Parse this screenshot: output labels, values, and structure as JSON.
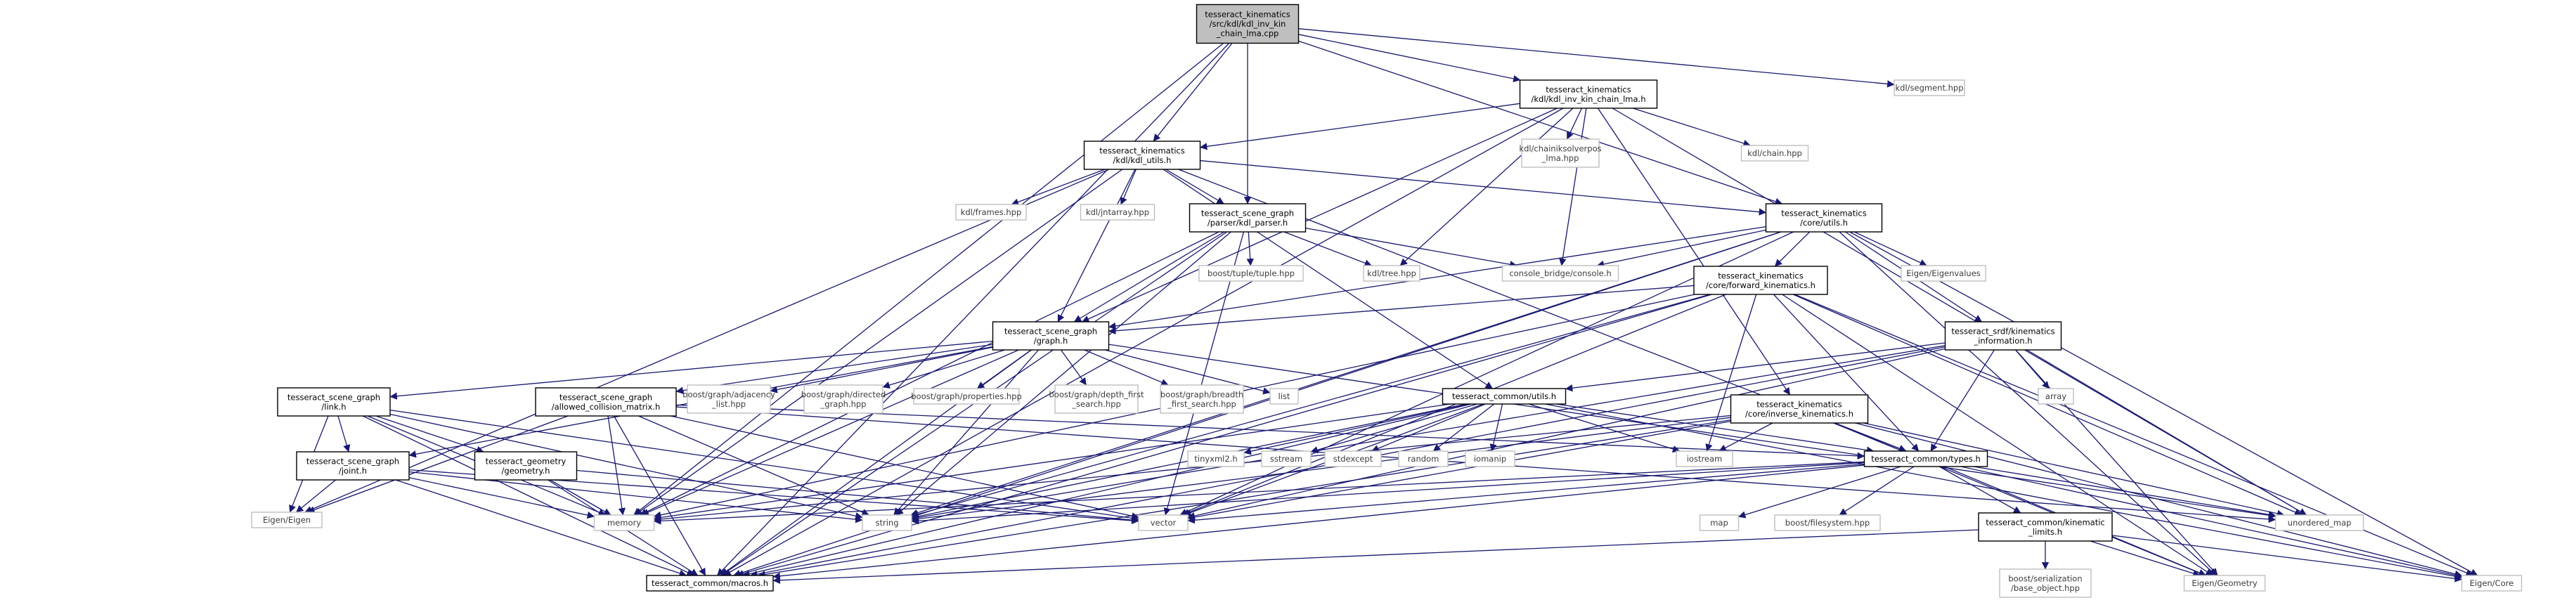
{
  "diagram": {
    "type": "include-dependency-graph",
    "colors": {
      "edge": "#191970",
      "root_fill": "#bfbfbf",
      "node_border": "#000000",
      "external_border": "#bfbfbf",
      "text": "#000000"
    },
    "nodes": [
      {
        "id": "root",
        "lines": [
          "tesseract_kinematics",
          "/src/kdl/kdl_inv_kin",
          "_chain_lma.cpp"
        ],
        "kind": "root"
      },
      {
        "id": "lma_h",
        "lines": [
          "tesseract_kinematics",
          "/kdl/kdl_inv_kin_chain_lma.h"
        ],
        "kind": "internal"
      },
      {
        "id": "segment",
        "lines": [
          "kdl/segment.hpp"
        ],
        "kind": "external"
      },
      {
        "id": "kdl_utils",
        "lines": [
          "tesseract_kinematics",
          "/kdl/kdl_utils.h"
        ],
        "kind": "internal"
      },
      {
        "id": "chainiksolver",
        "lines": [
          "kdl/chainiksolverpos",
          "_lma.hpp"
        ],
        "kind": "external"
      },
      {
        "id": "chain",
        "lines": [
          "kdl/chain.hpp"
        ],
        "kind": "external"
      },
      {
        "id": "frames",
        "lines": [
          "kdl/frames.hpp"
        ],
        "kind": "external"
      },
      {
        "id": "jntarray",
        "lines": [
          "kdl/jntarray.hpp"
        ],
        "kind": "external"
      },
      {
        "id": "kdl_parser",
        "lines": [
          "tesseract_scene_graph",
          "/parser/kdl_parser.h"
        ],
        "kind": "internal"
      },
      {
        "id": "core_utils",
        "lines": [
          "tesseract_kinematics",
          "/core/utils.h"
        ],
        "kind": "internal"
      },
      {
        "id": "tuple",
        "lines": [
          "boost/tuple/tuple.hpp"
        ],
        "kind": "external"
      },
      {
        "id": "tree",
        "lines": [
          "kdl/tree.hpp"
        ],
        "kind": "external"
      },
      {
        "id": "console",
        "lines": [
          "console_bridge/console.h"
        ],
        "kind": "external"
      },
      {
        "id": "eigenvalues",
        "lines": [
          "Eigen/Eigenvalues"
        ],
        "kind": "external"
      },
      {
        "id": "fwd_kin",
        "lines": [
          "tesseract_kinematics",
          "/core/forward_kinematics.h"
        ],
        "kind": "internal"
      },
      {
        "id": "graph_h",
        "lines": [
          "tesseract_scene_graph",
          "/graph.h"
        ],
        "kind": "internal"
      },
      {
        "id": "srdf_kin",
        "lines": [
          "tesseract_srdf/kinematics",
          "_information.h"
        ],
        "kind": "internal"
      },
      {
        "id": "link_h",
        "lines": [
          "tesseract_scene_graph",
          "/link.h"
        ],
        "kind": "internal"
      },
      {
        "id": "acm",
        "lines": [
          "tesseract_scene_graph",
          "/allowed_collision_matrix.h"
        ],
        "kind": "internal"
      },
      {
        "id": "adjacency",
        "lines": [
          "boost/graph/adjacency",
          "_list.hpp"
        ],
        "kind": "external"
      },
      {
        "id": "directed",
        "lines": [
          "boost/graph/directed",
          "_graph.hpp"
        ],
        "kind": "external"
      },
      {
        "id": "properties",
        "lines": [
          "boost/graph/properties.hpp"
        ],
        "kind": "external"
      },
      {
        "id": "dfs",
        "lines": [
          "boost/graph/depth_first",
          "_search.hpp"
        ],
        "kind": "external"
      },
      {
        "id": "bfs",
        "lines": [
          "boost/graph/breadth",
          "_first_search.hpp"
        ],
        "kind": "external"
      },
      {
        "id": "list",
        "lines": [
          "list"
        ],
        "kind": "external"
      },
      {
        "id": "common_utils",
        "lines": [
          "tesseract_common/utils.h"
        ],
        "kind": "internal"
      },
      {
        "id": "array",
        "lines": [
          "array"
        ],
        "kind": "external"
      },
      {
        "id": "inv_kin",
        "lines": [
          "tesseract_kinematics",
          "/core/inverse_kinematics.h"
        ],
        "kind": "internal"
      },
      {
        "id": "joint_h",
        "lines": [
          "tesseract_scene_graph",
          "/joint.h"
        ],
        "kind": "internal"
      },
      {
        "id": "geometry_h",
        "lines": [
          "tesseract_geometry",
          "/geometry.h"
        ],
        "kind": "internal"
      },
      {
        "id": "tinyxml",
        "lines": [
          "tinyxml2.h"
        ],
        "kind": "external"
      },
      {
        "id": "sstream",
        "lines": [
          "sstream"
        ],
        "kind": "external"
      },
      {
        "id": "stdexcept",
        "lines": [
          "stdexcept"
        ],
        "kind": "external"
      },
      {
        "id": "random",
        "lines": [
          "random"
        ],
        "kind": "external"
      },
      {
        "id": "iomanip",
        "lines": [
          "iomanip"
        ],
        "kind": "external"
      },
      {
        "id": "iostream",
        "lines": [
          "iostream"
        ],
        "kind": "external"
      },
      {
        "id": "types_h",
        "lines": [
          "tesseract_common/types.h"
        ],
        "kind": "internal"
      },
      {
        "id": "eigen_eigen",
        "lines": [
          "Eigen/Eigen"
        ],
        "kind": "external"
      },
      {
        "id": "memory",
        "lines": [
          "memory"
        ],
        "kind": "external"
      },
      {
        "id": "string",
        "lines": [
          "string"
        ],
        "kind": "external"
      },
      {
        "id": "vector",
        "lines": [
          "vector"
        ],
        "kind": "external"
      },
      {
        "id": "map",
        "lines": [
          "map"
        ],
        "kind": "external"
      },
      {
        "id": "filesystem",
        "lines": [
          "boost/filesystem.hpp"
        ],
        "kind": "external"
      },
      {
        "id": "kin_limits",
        "lines": [
          "tesseract_common/kinematic",
          "_limits.h"
        ],
        "kind": "internal"
      },
      {
        "id": "unordered_map",
        "lines": [
          "unordered_map"
        ],
        "kind": "external"
      },
      {
        "id": "macros",
        "lines": [
          "tesseract_common/macros.h"
        ],
        "kind": "internal"
      },
      {
        "id": "serialization",
        "lines": [
          "boost/serialization",
          "/base_object.hpp"
        ],
        "kind": "external"
      },
      {
        "id": "eigen_geometry",
        "lines": [
          "Eigen/Geometry"
        ],
        "kind": "external"
      },
      {
        "id": "eigen_core",
        "lines": [
          "Eigen/Core"
        ],
        "kind": "external"
      }
    ],
    "edges": [
      [
        "root",
        "lma_h"
      ],
      [
        "root",
        "segment"
      ],
      [
        "root",
        "kdl_utils"
      ],
      [
        "root",
        "kdl_parser"
      ],
      [
        "root",
        "core_utils"
      ],
      [
        "root",
        "memory"
      ],
      [
        "root",
        "macros"
      ],
      [
        "lma_h",
        "kdl_utils"
      ],
      [
        "lma_h",
        "chainiksolver"
      ],
      [
        "lma_h",
        "chain"
      ],
      [
        "lma_h",
        "tree"
      ],
      [
        "lma_h",
        "console"
      ],
      [
        "lma_h",
        "graph_h"
      ],
      [
        "lma_h",
        "inv_kin"
      ],
      [
        "lma_h",
        "unordered_map"
      ],
      [
        "lma_h",
        "macros"
      ],
      [
        "kdl_utils",
        "frames"
      ],
      [
        "kdl_utils",
        "jntarray"
      ],
      [
        "kdl_utils",
        "kdl_parser"
      ],
      [
        "kdl_utils",
        "core_utils"
      ],
      [
        "kdl_utils",
        "graph_h"
      ],
      [
        "kdl_utils",
        "common_utils"
      ],
      [
        "kdl_utils",
        "types_h"
      ],
      [
        "kdl_utils",
        "eigen_eigen"
      ],
      [
        "kdl_utils",
        "memory"
      ],
      [
        "kdl_parser",
        "tuple"
      ],
      [
        "kdl_parser",
        "tree"
      ],
      [
        "kdl_parser",
        "console"
      ],
      [
        "kdl_parser",
        "graph_h"
      ],
      [
        "kdl_parser",
        "vector"
      ],
      [
        "kdl_parser",
        "string"
      ],
      [
        "kdl_parser",
        "memory"
      ],
      [
        "kdl_parser",
        "macros"
      ],
      [
        "core_utils",
        "console"
      ],
      [
        "core_utils",
        "eigenvalues"
      ],
      [
        "core_utils",
        "fwd_kin"
      ],
      [
        "core_utils",
        "srdf_kin"
      ],
      [
        "core_utils",
        "graph_h"
      ],
      [
        "core_utils",
        "vector"
      ],
      [
        "core_utils",
        "string"
      ],
      [
        "core_utils",
        "macros"
      ],
      [
        "core_utils",
        "eigen_core"
      ],
      [
        "core_utils",
        "eigen_geometry"
      ],
      [
        "fwd_kin",
        "graph_h"
      ],
      [
        "fwd_kin",
        "types_h"
      ],
      [
        "fwd_kin",
        "iostream"
      ],
      [
        "fwd_kin",
        "vector"
      ],
      [
        "fwd_kin",
        "string"
      ],
      [
        "fwd_kin",
        "memory"
      ],
      [
        "fwd_kin",
        "unordered_map"
      ],
      [
        "fwd_kin",
        "eigen_core"
      ],
      [
        "fwd_kin",
        "eigen_geometry"
      ],
      [
        "fwd_kin",
        "macros"
      ],
      [
        "graph_h",
        "link_h"
      ],
      [
        "graph_h",
        "acm"
      ],
      [
        "graph_h",
        "adjacency"
      ],
      [
        "graph_h",
        "directed"
      ],
      [
        "graph_h",
        "properties"
      ],
      [
        "graph_h",
        "dfs"
      ],
      [
        "graph_h",
        "bfs"
      ],
      [
        "graph_h",
        "list"
      ],
      [
        "graph_h",
        "joint_h"
      ],
      [
        "graph_h",
        "string"
      ],
      [
        "graph_h",
        "memory"
      ],
      [
        "graph_h",
        "macros"
      ],
      [
        "graph_h",
        "unordered_map"
      ],
      [
        "srdf_kin",
        "common_utils"
      ],
      [
        "srdf_kin",
        "types_h"
      ],
      [
        "srdf_kin",
        "array"
      ],
      [
        "srdf_kin",
        "unordered_map"
      ],
      [
        "srdf_kin",
        "string"
      ],
      [
        "srdf_kin",
        "vector"
      ],
      [
        "srdf_kin",
        "eigen_geometry"
      ],
      [
        "srdf_kin",
        "macros"
      ],
      [
        "link_h",
        "joint_h"
      ],
      [
        "link_h",
        "geometry_h"
      ],
      [
        "link_h",
        "eigen_eigen"
      ],
      [
        "link_h",
        "memory"
      ],
      [
        "link_h",
        "string"
      ],
      [
        "link_h",
        "vector"
      ],
      [
        "link_h",
        "macros"
      ],
      [
        "acm",
        "types_h"
      ],
      [
        "acm",
        "eigen_eigen"
      ],
      [
        "acm",
        "memory"
      ],
      [
        "acm",
        "string"
      ],
      [
        "acm",
        "vector"
      ],
      [
        "acm",
        "unordered_map"
      ],
      [
        "acm",
        "macros"
      ],
      [
        "common_utils",
        "tinyxml"
      ],
      [
        "common_utils",
        "sstream"
      ],
      [
        "common_utils",
        "stdexcept"
      ],
      [
        "common_utils",
        "random"
      ],
      [
        "common_utils",
        "iomanip"
      ],
      [
        "common_utils",
        "iostream"
      ],
      [
        "common_utils",
        "types_h"
      ],
      [
        "common_utils",
        "vector"
      ],
      [
        "common_utils",
        "string"
      ],
      [
        "common_utils",
        "memory"
      ],
      [
        "common_utils",
        "eigen_core"
      ],
      [
        "common_utils",
        "macros"
      ],
      [
        "inv_kin",
        "types_h"
      ],
      [
        "inv_kin",
        "iostream"
      ],
      [
        "inv_kin",
        "vector"
      ],
      [
        "inv_kin",
        "string"
      ],
      [
        "inv_kin",
        "memory"
      ],
      [
        "inv_kin",
        "unordered_map"
      ],
      [
        "inv_kin",
        "eigen_core"
      ],
      [
        "inv_kin",
        "eigen_geometry"
      ],
      [
        "inv_kin",
        "macros"
      ],
      [
        "joint_h",
        "eigen_eigen"
      ],
      [
        "joint_h",
        "memory"
      ],
      [
        "joint_h",
        "string"
      ],
      [
        "joint_h",
        "vector"
      ],
      [
        "joint_h",
        "macros"
      ],
      [
        "geometry_h",
        "memory"
      ],
      [
        "geometry_h",
        "vector"
      ],
      [
        "geometry_h",
        "macros"
      ],
      [
        "types_h",
        "vector"
      ],
      [
        "types_h",
        "memory"
      ],
      [
        "types_h",
        "string"
      ],
      [
        "types_h",
        "map"
      ],
      [
        "types_h",
        "filesystem"
      ],
      [
        "types_h",
        "kin_limits"
      ],
      [
        "types_h",
        "unordered_map"
      ],
      [
        "types_h",
        "eigen_geometry"
      ],
      [
        "types_h",
        "eigen_core"
      ],
      [
        "types_h",
        "macros"
      ],
      [
        "kin_limits",
        "serialization"
      ],
      [
        "kin_limits",
        "eigen_geometry"
      ],
      [
        "kin_limits",
        "eigen_core"
      ],
      [
        "kin_limits",
        "macros"
      ]
    ]
  }
}
